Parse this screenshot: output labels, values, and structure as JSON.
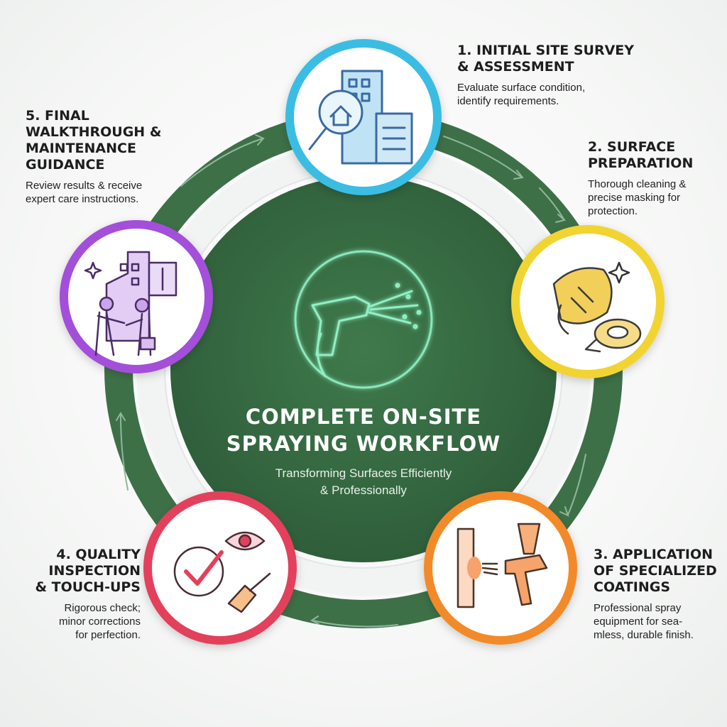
{
  "center": {
    "title_line1": "COMPLETE ON-SITE",
    "title_line2": "SPRAYING WORKFLOW",
    "subtitle_line1": "Transforming Surfaces Efficiently",
    "subtitle_line2": "& Professionally"
  },
  "steps": [
    {
      "title_lines": [
        "1. INITIAL SITE SURVEY",
        "& ASSESSMENT"
      ],
      "desc_lines": [
        "Evaluate surface condition,",
        "identify requirements."
      ],
      "ring_color": "#3bbde3",
      "icon": "survey-magnifier-icon"
    },
    {
      "title_lines": [
        "2. SURFACE",
        "PREPARATION"
      ],
      "desc_lines": [
        "Thorough cleaning &",
        "precise masking for",
        "protection."
      ],
      "ring_color": "#f1d431",
      "icon": "cleaning-masking-icon"
    },
    {
      "title_lines": [
        "3. APPLICATION",
        "OF SPECIALIZED",
        "COATINGS"
      ],
      "desc_lines": [
        "Professional spray",
        "equipment for sea-",
        "mless, durable finish."
      ],
      "ring_color": "#f38a2c",
      "icon": "spray-gun-icon"
    },
    {
      "title_lines": [
        "4. QUALITY",
        "INSPECTION",
        "& TOUCH-UPS"
      ],
      "desc_lines": [
        "Rigorous check;",
        "minor corrections",
        "for perfection."
      ],
      "ring_color": "#e3405c",
      "icon": "inspection-check-icon"
    },
    {
      "title_lines": [
        "5. FINAL",
        "WALKTHROUGH &",
        "MAINTENANCE",
        "GUIDANCE"
      ],
      "desc_lines": [
        "Review results & receive",
        "expert care instructions."
      ],
      "ring_color": "#a34fd9",
      "icon": "handshake-guidance-icon"
    }
  ],
  "colors": {
    "cycle_green": "#3e7048",
    "center_green": "#376842",
    "glow_mint": "#8ff0c4"
  }
}
